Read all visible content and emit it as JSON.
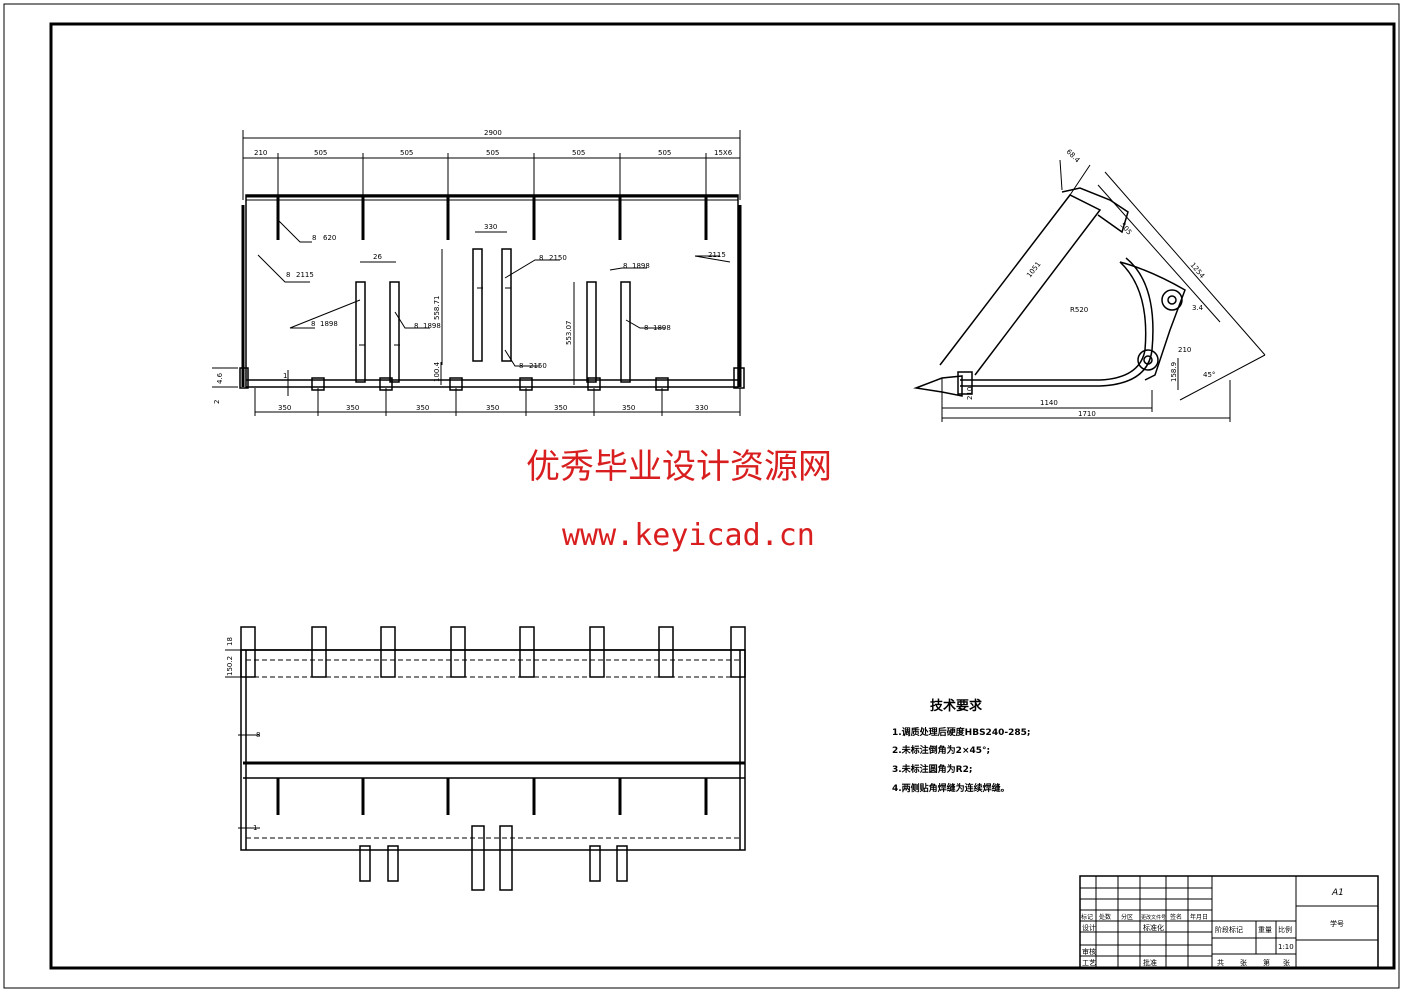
{
  "watermark": {
    "title": "优秀毕业设计资源网",
    "url": "www.keyicad.cn"
  },
  "front_view": {
    "overall_width": "2900",
    "top_dims": [
      "210",
      "505",
      "505",
      "505",
      "505",
      "505",
      "15X6"
    ],
    "bottom_dims": [
      "350",
      "350",
      "350",
      "350",
      "350",
      "350",
      "330"
    ],
    "inner_dims": [
      "26",
      "330",
      "558.71",
      "553.07",
      "100.4"
    ],
    "side_dims": [
      "4.6",
      "1",
      "2"
    ],
    "weld_notes": [
      "8",
      "8",
      "8",
      "8",
      "8",
      "8",
      "8",
      "8"
    ],
    "weld_values": [
      "620",
      "2115",
      "1898",
      "1898",
      "2150",
      "2150",
      "1898",
      "1898",
      "2115"
    ]
  },
  "side_view": {
    "dims": [
      "1140",
      "1710",
      "210",
      "1254",
      "505",
      "1051",
      "R520",
      "158.9",
      "210",
      "45°",
      "68.4",
      "3.4"
    ]
  },
  "plan_view": {
    "dims": [
      "18",
      "150.2",
      "8",
      "1"
    ]
  },
  "tech_requirements": {
    "title": "技术要求",
    "items": [
      "1.调质处理后硬度HBS240-285;",
      "2.未标注倒角为2×45°;",
      "3.未标注圆角为R2;",
      "4.两侧贴角焊缝为连续焊缝。"
    ]
  },
  "title_block": {
    "drawing_no": "A1",
    "field_labels": [
      "标记",
      "处数",
      "分区",
      "更改文件号",
      "签名",
      "年月日"
    ],
    "role_labels": [
      "设计",
      "标准化",
      "审核",
      "工艺",
      "批准"
    ],
    "stage_labels": [
      "阶段标记",
      "重量",
      "比例"
    ],
    "scale": "1:10",
    "sheet_labels": [
      "共",
      "张",
      "第",
      "张"
    ],
    "school_label": "学号"
  }
}
